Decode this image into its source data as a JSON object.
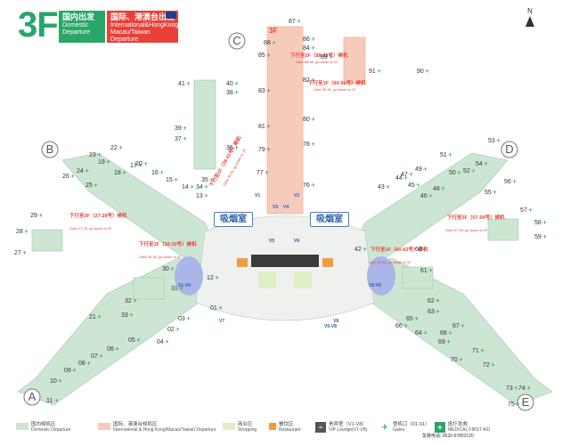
{
  "header": {
    "floor": "3F",
    "domestic_zh": "国内出发",
    "domestic_en": "Domestic Departure",
    "international_zh": "国际、港澳台出发",
    "international_en": "International&HongKong/ Macau/Taiwan Departure"
  },
  "compass": {
    "label": "N"
  },
  "piers": [
    "A",
    "B",
    "C",
    "D",
    "E"
  ],
  "pier_c_floor": "3F",
  "smoking_rooms": [
    "吸烟室",
    "吸烟室"
  ],
  "vip_labels": [
    "V1",
    "V2",
    "V3",
    "V4",
    "V5",
    "V6",
    "V7",
    "V8",
    "V1-V4",
    "V5-V8",
    "V5-V6"
  ],
  "gate_notes": [
    {
      "zh": "下行至2F（88-89号）候机",
      "en": "Gate 88-89, go down to 2F"
    },
    {
      "zh": "下行至1F（90-91号）候机",
      "en": "Gate 90-91, go down to 1F"
    },
    {
      "zh": "下行至1F（36-41号）候机",
      "en": "Gate 36-41, go down to 1F"
    },
    {
      "zh": "下行至2F（27-29号）候机",
      "en": "Gate 27-29, go down to 2F"
    },
    {
      "zh": "下行至1F（30-33号）候机",
      "en": "Gate 30-33, go down to 1F"
    },
    {
      "zh": "下行至2F（57-59号）候机",
      "en": "Gate 57-59, go down to 2F"
    },
    {
      "zh": "下行至1F（60-62号）候机",
      "en": "Gate 60-62, go down to 1F"
    }
  ],
  "gates": [
    "09",
    "10",
    "11",
    "12",
    "13",
    "14",
    "15",
    "16",
    "17",
    "18",
    "19",
    "20",
    "21",
    "22",
    "23",
    "24",
    "25",
    "26",
    "27",
    "28",
    "29",
    "30",
    "31",
    "32",
    "33",
    "34",
    "35",
    "36",
    "37",
    "38",
    "39",
    "40",
    "41",
    "42",
    "43",
    "44",
    "45",
    "46",
    "47",
    "48",
    "49",
    "50",
    "51",
    "52",
    "53",
    "54",
    "55",
    "56",
    "57",
    "58",
    "59",
    "60",
    "61",
    "62",
    "63",
    "64",
    "65",
    "66",
    "67",
    "68",
    "69",
    "70",
    "71",
    "72",
    "73",
    "74",
    "75",
    "76",
    "77",
    "78",
    "79",
    "80",
    "81",
    "82",
    "83",
    "84",
    "85",
    "86",
    "87",
    "88",
    "89",
    "90",
    "91",
    "01",
    "02",
    "03",
    "04",
    "05",
    "06",
    "07",
    "08"
  ],
  "legend": [
    {
      "zh": "国内候机区",
      "en": "Domestic Departure",
      "color": "#cde6d3"
    },
    {
      "zh": "国际、港澳台候机区",
      "en": "International & Hong Kong/Macao/Taiwan Departure",
      "color": "#f7cbbb"
    },
    {
      "zh": "商业区",
      "en": "Shopping",
      "color": "#dff0c4"
    },
    {
      "zh": "餐饮区",
      "en": "Restaurant",
      "color": "#f29b3f"
    },
    {
      "zh": "贵宾室（V1-V8）",
      "en": "VIP Lounge(V1-V8)",
      "color": "#555555"
    },
    {
      "zh": "登机口（01-91）",
      "en": "Gates",
      "color": "#2aa66a"
    },
    {
      "zh": "医疗急救",
      "en": "MEDICAL FIRST AID",
      "color": "#2aa66a"
    }
  ],
  "hotline": "急救电话: 0532-67892120",
  "colors": {
    "domestic": "#cde6d3",
    "international": "#f7cbbb",
    "shopping": "#dff0c4",
    "accent_green": "#2aa66a",
    "accent_red": "#e8413a",
    "vip_blue": "#aab6e8"
  }
}
